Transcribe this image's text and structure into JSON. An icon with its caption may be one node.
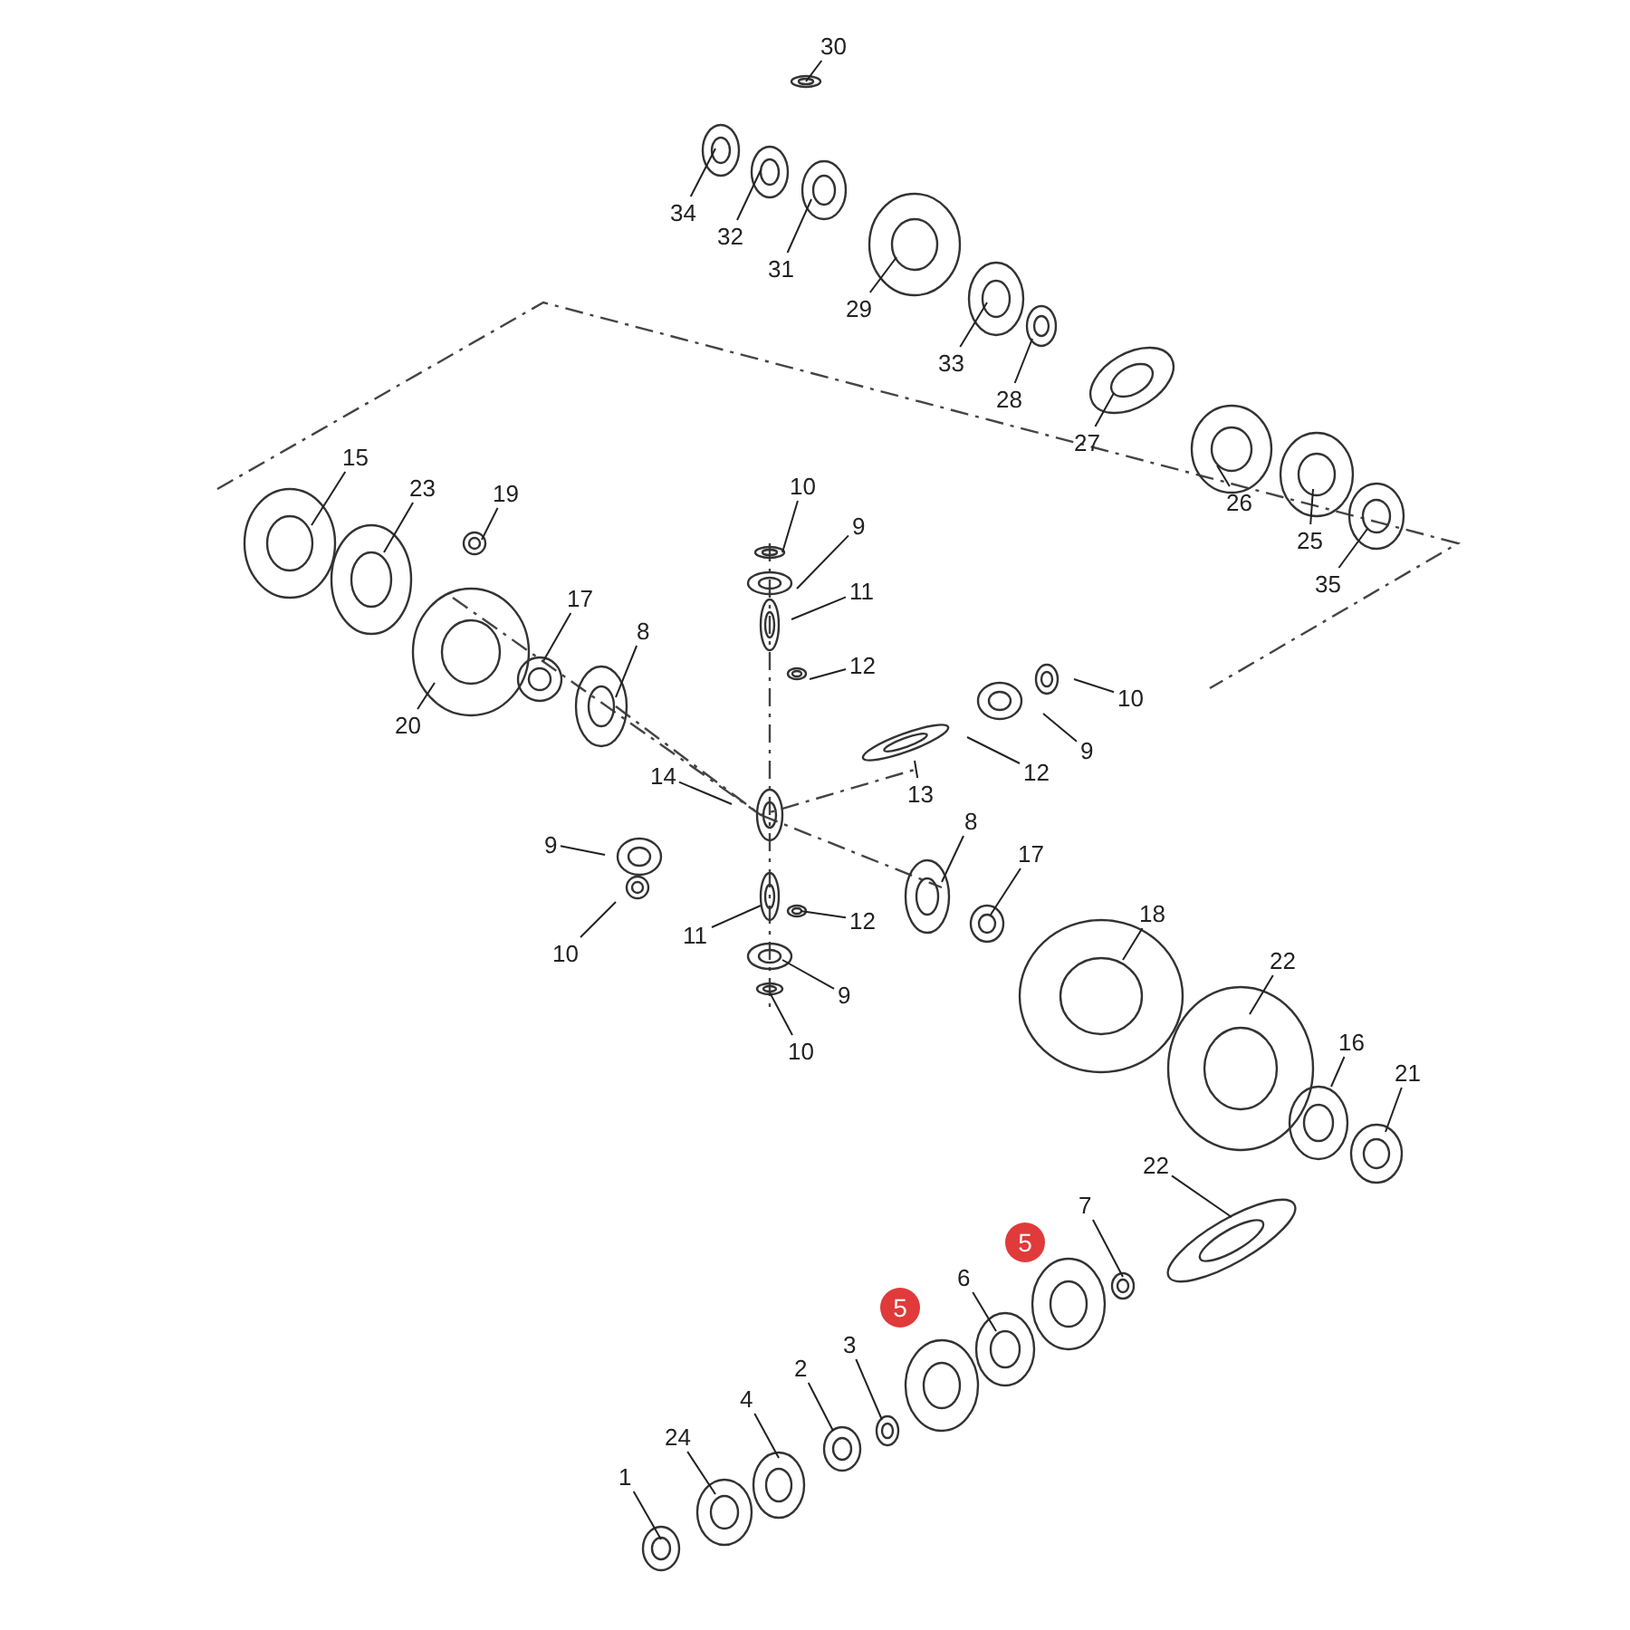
{
  "diagram": {
    "nodes": [
      {
        "text": [
          "30"
        ]
      },
      {
        "text": [
          "34"
        ]
      },
      {
        "text": [
          "32"
        ]
      },
      {
        "text": [
          "31"
        ]
      },
      {
        "text": [
          "29"
        ]
      },
      {
        "text": [
          "33"
        ]
      },
      {
        "text": [
          "28"
        ]
      },
      {
        "text": [
          "27"
        ]
      },
      {
        "text": [
          "26"
        ]
      },
      {
        "text": [
          "25"
        ]
      },
      {
        "text": [
          "35"
        ]
      },
      {
        "text": [
          "15"
        ]
      },
      {
        "text": [
          "23"
        ]
      },
      {
        "text": [
          "19"
        ]
      },
      {
        "text": [
          "20"
        ]
      },
      {
        "text": [
          "17"
        ]
      },
      {
        "text": [
          "8"
        ]
      },
      {
        "text": [
          "10"
        ]
      },
      {
        "text": [
          "9"
        ]
      },
      {
        "text": [
          "11"
        ]
      },
      {
        "text": [
          "12"
        ]
      },
      {
        "text": [
          "10"
        ]
      },
      {
        "text": [
          "9"
        ]
      },
      {
        "text": [
          "12"
        ]
      },
      {
        "text": [
          "13"
        ]
      },
      {
        "text": [
          "14"
        ]
      },
      {
        "text": [
          "9"
        ]
      },
      {
        "text": [
          "10"
        ]
      },
      {
        "text": [
          "11"
        ]
      },
      {
        "text": [
          "12"
        ]
      },
      {
        "text": [
          "8"
        ]
      },
      {
        "text": [
          "17"
        ]
      },
      {
        "text": [
          "18"
        ]
      },
      {
        "text": [
          "9"
        ]
      },
      {
        "text": [
          "10"
        ]
      },
      {
        "text": [
          "22"
        ]
      },
      {
        "text": [
          "16"
        ]
      },
      {
        "text": [
          "21"
        ]
      },
      {
        "text": [
          "22"
        ]
      },
      {
        "text": [
          "5"
        ]
      },
      {
        "text": [
          "7"
        ]
      },
      {
        "text": [
          "5"
        ]
      },
      {
        "text": [
          "6"
        ]
      },
      {
        "text": [
          "3"
        ]
      },
      {
        "text": [
          "2"
        ]
      },
      {
        "text": [
          "4"
        ]
      },
      {
        "text": [
          "24"
        ]
      },
      {
        "text": [
          "1"
        ]
      }
    ],
    "edges": [
      {
        "from": 0,
        "to": null,
        "arrow": "none"
      },
      {
        "from": 1,
        "to": null,
        "arrow": "none"
      },
      {
        "from": 2,
        "to": null,
        "arrow": "none"
      },
      {
        "from": 3,
        "to": null,
        "arrow": "none"
      },
      {
        "from": 4,
        "to": null,
        "arrow": "none"
      },
      {
        "from": 5,
        "to": null,
        "arrow": "none"
      },
      {
        "from": 6,
        "to": null,
        "arrow": "none"
      },
      {
        "from": 7,
        "to": null,
        "arrow": "none"
      },
      {
        "from": 8,
        "to": null,
        "arrow": "none"
      },
      {
        "from": 9,
        "to": null,
        "arrow": "none"
      },
      {
        "from": 10,
        "to": null,
        "arrow": "none"
      },
      {
        "from": 11,
        "to": null,
        "arrow": "none"
      },
      {
        "from": 12,
        "to": null,
        "arrow": "none"
      },
      {
        "from": 13,
        "to": null,
        "arrow": "none"
      },
      {
        "from": 14,
        "to": null,
        "arrow": "none"
      },
      {
        "from": 15,
        "to": null,
        "arrow": "none"
      },
      {
        "from": 16,
        "to": null,
        "arrow": "none"
      },
      {
        "from": 17,
        "to": null,
        "arrow": "none"
      },
      {
        "from": 18,
        "to": null,
        "arrow": "none"
      },
      {
        "from": 19,
        "to": null,
        "arrow": "none"
      },
      {
        "from": 20,
        "to": null,
        "arrow": "none"
      },
      {
        "from": 21,
        "to": null,
        "arrow": "none"
      },
      {
        "from": 22,
        "to": null,
        "arrow": "none"
      },
      {
        "from": 23,
        "to": null,
        "arrow": "none"
      },
      {
        "from": 24,
        "to": null,
        "arrow": "none"
      },
      {
        "from": 25,
        "to": null,
        "arrow": "none"
      },
      {
        "from": 26,
        "to": null,
        "arrow": "none"
      },
      {
        "from": 27,
        "to": null,
        "arrow": "none"
      },
      {
        "from": 28,
        "to": null,
        "arrow": "none"
      },
      {
        "from": 29,
        "to": null,
        "arrow": "none"
      },
      {
        "from": 30,
        "to": null,
        "arrow": "none"
      },
      {
        "from": 31,
        "to": null,
        "arrow": "none"
      },
      {
        "from": 32,
        "to": null,
        "arrow": "none"
      },
      {
        "from": 33,
        "to": null,
        "arrow": "none"
      },
      {
        "from": 34,
        "to": null,
        "arrow": "none"
      },
      {
        "from": 35,
        "to": null,
        "arrow": "none"
      },
      {
        "from": 36,
        "to": null,
        "arrow": "none"
      },
      {
        "from": 37,
        "to": null,
        "arrow": "none"
      },
      {
        "from": 38,
        "to": null,
        "arrow": "none"
      },
      {
        "from": 40,
        "to": null,
        "arrow": "none"
      },
      {
        "from": 42,
        "to": null,
        "arrow": "none"
      },
      {
        "from": 43,
        "to": null,
        "arrow": "none"
      },
      {
        "from": 44,
        "to": null,
        "arrow": "none"
      },
      {
        "from": 45,
        "to": null,
        "arrow": "none"
      },
      {
        "from": 46,
        "to": null,
        "arrow": "none"
      },
      {
        "from": 47,
        "to": null,
        "arrow": "none"
      }
    ]
  }
}
